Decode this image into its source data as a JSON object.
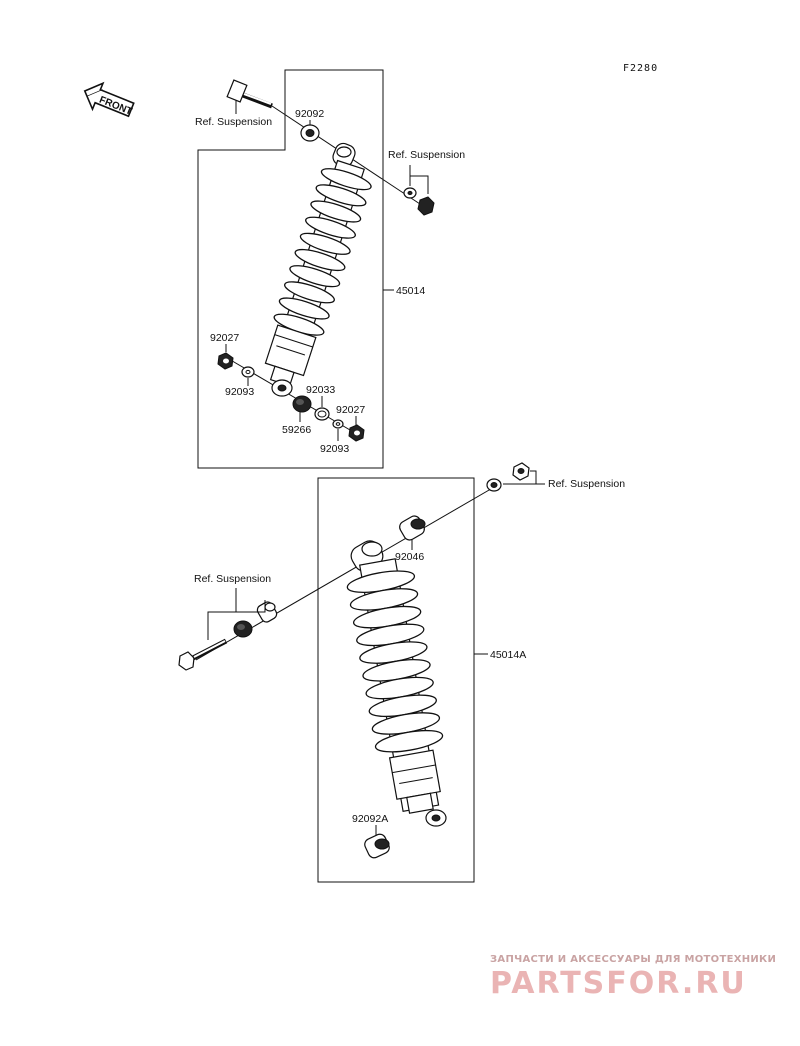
{
  "diagram": {
    "code": "F2280",
    "front_label": "FRONT",
    "labels": {
      "ref_suspension_1": "Ref. Suspension",
      "ref_suspension_2": "Ref. Suspension",
      "ref_suspension_3": "Ref. Suspension",
      "ref_suspension_4": "Ref. Suspension",
      "p92092": "92092",
      "p45014": "45014",
      "p92027_a": "92027",
      "p92093_a": "92093",
      "p92033": "92033",
      "p92027_b": "92027",
      "p59266": "59266",
      "p92093_b": "92093",
      "p92046": "92046",
      "p45014A": "45014A",
      "p92092A": "92092A"
    }
  },
  "watermark": {
    "tagline": "ЗАПЧАСТИ И АКСЕССУАРЫ ДЛЯ МОТОТЕХНИКИ",
    "brand": "PARTSFOR.RU"
  }
}
